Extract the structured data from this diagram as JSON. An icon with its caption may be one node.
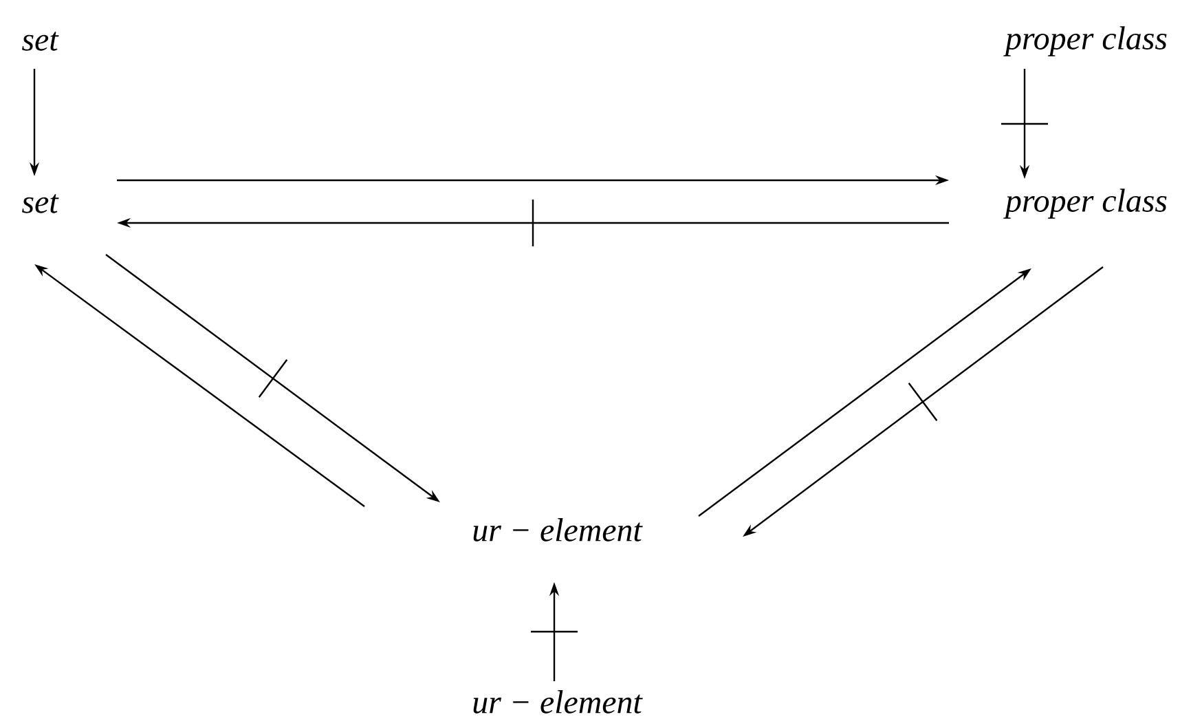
{
  "diagram": {
    "nodes": [
      {
        "text": [
          "set"
        ]
      },
      {
        "text": [
          "proper class"
        ]
      },
      {
        "text": [
          "set"
        ]
      },
      {
        "text": [
          "proper class"
        ]
      },
      {
        "text": [
          "ur − element"
        ]
      },
      {
        "text": [
          "ur − element"
        ]
      }
    ],
    "edges": [
      {
        "from": 0,
        "to": 2,
        "arrow": "to"
      },
      {
        "from": 1,
        "to": 3,
        "arrow": "to"
      },
      {
        "from": 2,
        "to": 3,
        "arrow": "to"
      },
      {
        "from": 3,
        "to": 2,
        "arrow": "to"
      },
      {
        "from": 4,
        "to": 2,
        "arrow": "to"
      },
      {
        "from": 2,
        "to": 4,
        "arrow": "to"
      },
      {
        "from": 4,
        "to": 3,
        "arrow": "to"
      },
      {
        "from": 3,
        "to": 4,
        "arrow": "to"
      },
      {
        "from": 5,
        "to": 4,
        "arrow": "to"
      }
    ]
  }
}
